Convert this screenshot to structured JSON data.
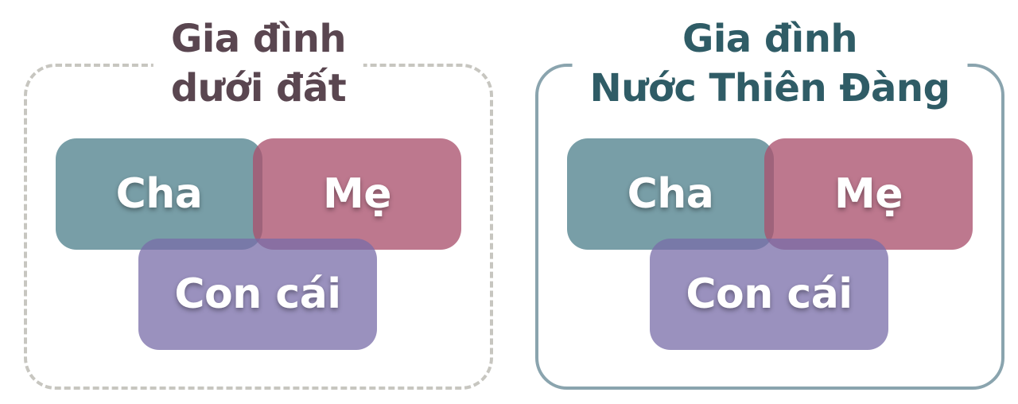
{
  "panels": [
    {
      "title_line1": "Gia đình",
      "title_line2": "dưới đất",
      "father": "Cha",
      "mother": "Mẹ",
      "children": "Con cái"
    },
    {
      "title_line1": "Gia đình",
      "title_line2": "Nước Thiên Đàng",
      "father": "Cha",
      "mother": "Mẹ",
      "children": "Con cái"
    }
  ],
  "colors": {
    "left_border": "#c7c6c0",
    "right_border": "#8aa4ae",
    "left_title": "#5a4650",
    "right_title": "#2f5c66",
    "father_box": "#568691",
    "mother_box": "#aa526e",
    "children_box": "#786ca8"
  }
}
